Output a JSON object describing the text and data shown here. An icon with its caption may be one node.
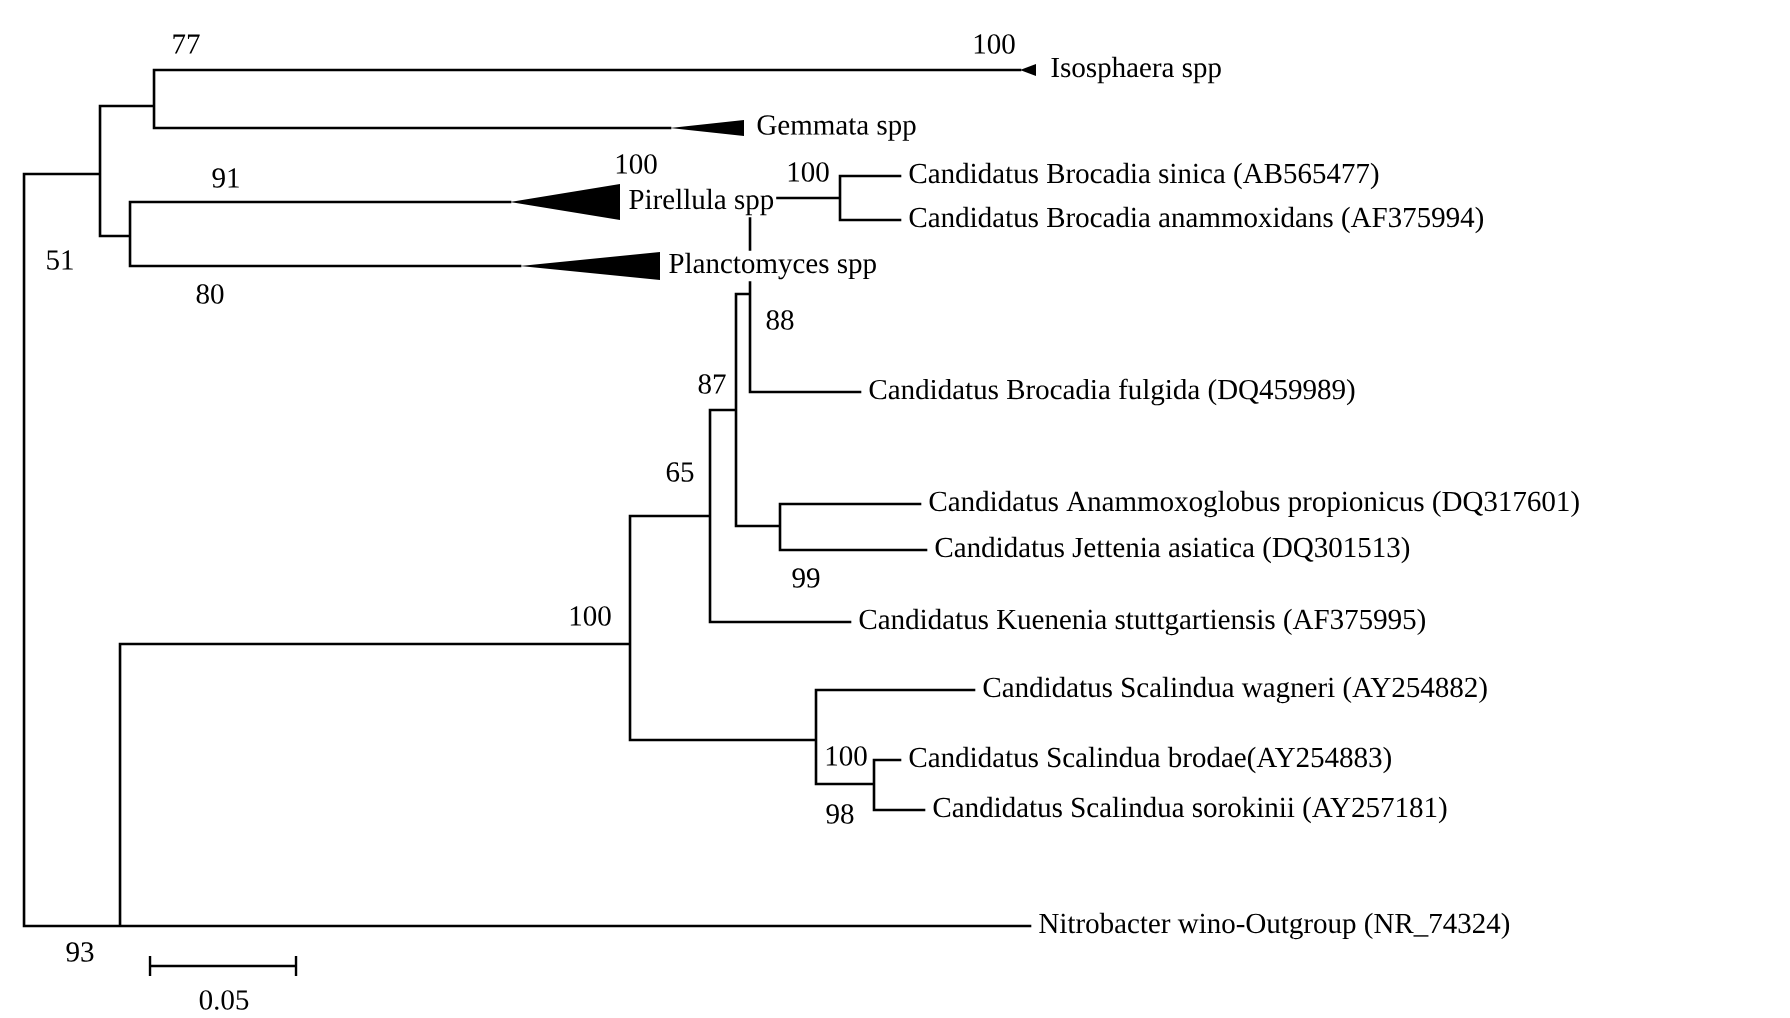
{
  "diagram": {
    "labels": [
      "100",
      "77",
      "Isosphaera spp",
      "Gemmata spp",
      "91",
      "100",
      "Pirellula spp",
      "51",
      "Planctomyces spp",
      "80",
      "100",
      "Candidatus Brocadia sinica (AB565477)",
      "Candidatus Brocadia anammoxidans (AF375994)",
      "88",
      "87",
      "Candidatus Brocadia fulgida (DQ459989)",
      "65",
      "Candidatus Anammoxoglobus propionicus (DQ317601)",
      "Candidatus Jettenia asiatica (DQ301513)",
      "99",
      "100",
      "Candidatus Kuenenia stuttgartiensis (AF375995)",
      "Candidatus Scalindua wagneri (AY254882)",
      "100",
      "Candidatus Scalindua brodae(AY254883)",
      "98",
      "Candidatus Scalindua sorokinii (AY257181)",
      "93",
      "Nitrobacter wino-Outgroup (NR_74324)",
      "0.05"
    ]
  }
}
